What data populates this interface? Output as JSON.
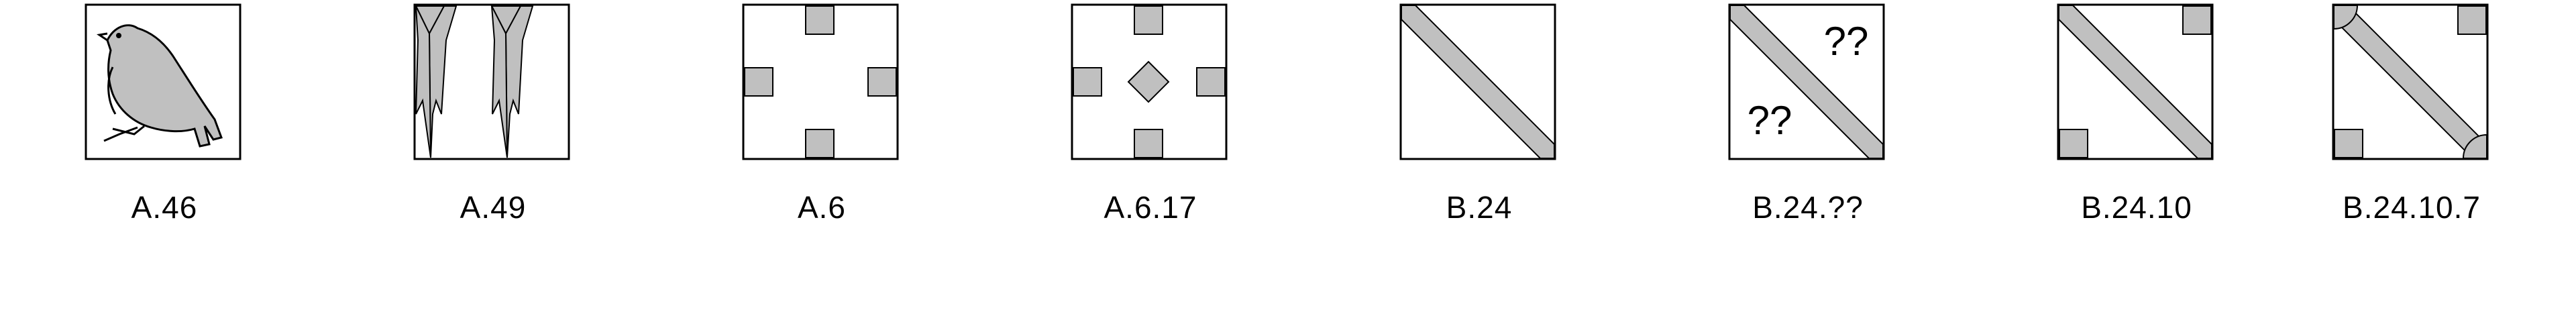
{
  "colors": {
    "fill": "#c0c0c0",
    "stroke": "#000000",
    "background": "#ffffff"
  },
  "tiles": [
    {
      "id": "A.46",
      "label": "A.46",
      "icon": "bird-icon"
    },
    {
      "id": "A.49",
      "label": "A.49",
      "icon": "double-arrow-icon"
    },
    {
      "id": "A.6",
      "label": "A.6",
      "icon": "four-squares-icon"
    },
    {
      "id": "A.6.17",
      "label": "A.6.17",
      "icon": "four-squares-diamond-icon"
    },
    {
      "id": "B.24",
      "label": "B.24",
      "icon": "diagonal-band-icon"
    },
    {
      "id": "B.24.??",
      "label": "B.24.??",
      "icon": "diagonal-band-question-icon",
      "marks": [
        "??",
        "??"
      ]
    },
    {
      "id": "B.24.10",
      "label": "B.24.10",
      "icon": "diagonal-band-corners-icon"
    },
    {
      "id": "B.24.10.7",
      "label": "B.24.10.7",
      "icon": "diagonal-band-corners-arcs-icon"
    }
  ]
}
